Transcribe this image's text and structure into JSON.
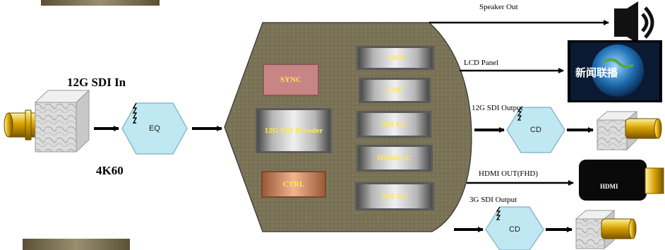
{
  "input": {
    "title": "12G SDI In",
    "resolution": "4K60"
  },
  "eq": {
    "label": "EQ"
  },
  "chip": {
    "sync": "SYNC",
    "decoder": "12G SDI Decoder",
    "ctrl": "CTRL",
    "amp": "AMP",
    "ldp": "LDP",
    "sdi_ec_1": "SDI EC",
    "hdmi_ec": "HDMI EC",
    "sdi_ec_2": "SDI EC"
  },
  "outputs": {
    "speaker": "Speaker Out",
    "lcd": "LCD Panel",
    "lcd_screen_text": "新闻联播",
    "sdi12": "12G SDI Output",
    "hdmi": "HDMI OUT(FHD)",
    "hdmi_plug_text": "HDMI",
    "sdi3": "3G SDI Output",
    "cd_1": "CD",
    "cd_2": "CD"
  },
  "colors": {
    "chip_fill": "#7a7256",
    "sync_fill": "#c98585",
    "ctrl_fill": "#e8a27a",
    "hex_fill": "#bfe8f2",
    "block_text": "#ffe74a",
    "bnc_gold": "#d9a300"
  }
}
